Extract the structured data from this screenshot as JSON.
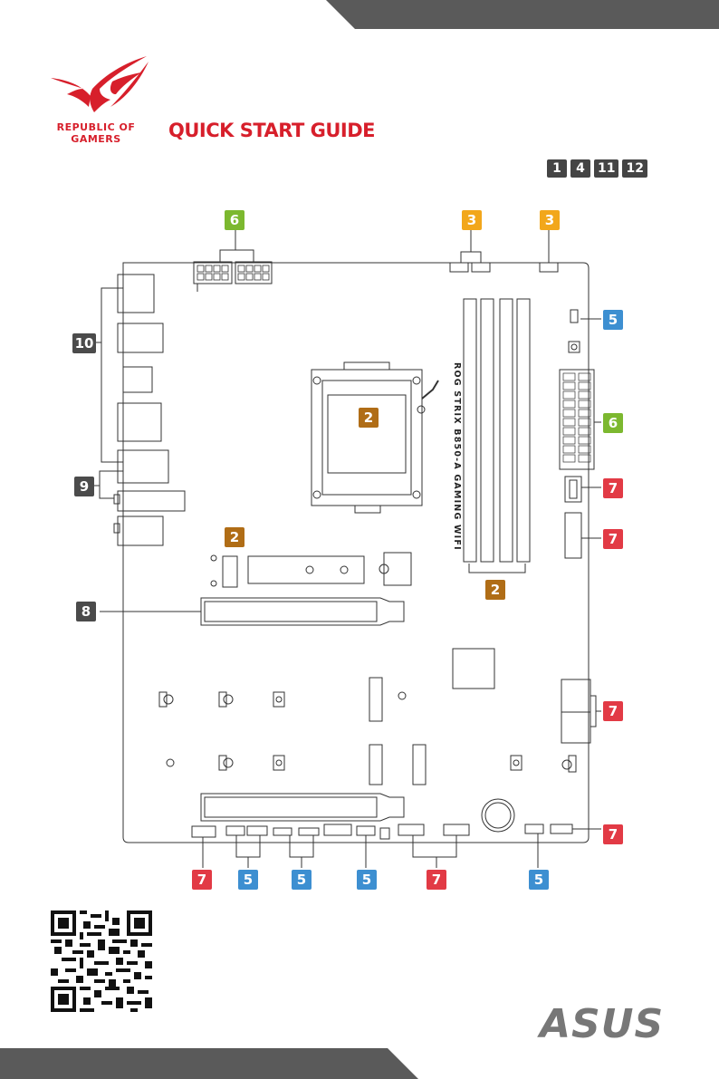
{
  "header": {
    "brand_line1": "REPUBLIC OF",
    "brand_line2": "GAMERS",
    "title": "QUICK START GUIDE",
    "page_refs": [
      "1",
      "4",
      "11",
      "12"
    ]
  },
  "board": {
    "model_label": "ROG STRIX B850-A GAMING WIFI"
  },
  "callouts": {
    "power_top": "6",
    "fan_a": "3",
    "fan_b": "3",
    "rgb_right": "5",
    "io": "10",
    "audio": "9",
    "cpu": "2",
    "m2": "2",
    "dimm": "2",
    "atx_power": "6",
    "front_usb_c": "7",
    "usb32": "7",
    "sata": "7",
    "pcie": "8",
    "bottom_7_left": "7",
    "bottom_5_a": "5",
    "bottom_5_b": "5",
    "bottom_5_c": "5",
    "bottom_7_mid": "7",
    "bottom_5_d": "5",
    "bottom_7_right": "7"
  },
  "footer": {
    "logo": "ASUS"
  },
  "colors": {
    "rog_red": "#d71f2b",
    "green": "#7cb82f",
    "yellow": "#f2a71b",
    "blue": "#3d8fd1",
    "red": "#e23a45",
    "brown": "#b06d16",
    "dark_bar": "#555555"
  }
}
